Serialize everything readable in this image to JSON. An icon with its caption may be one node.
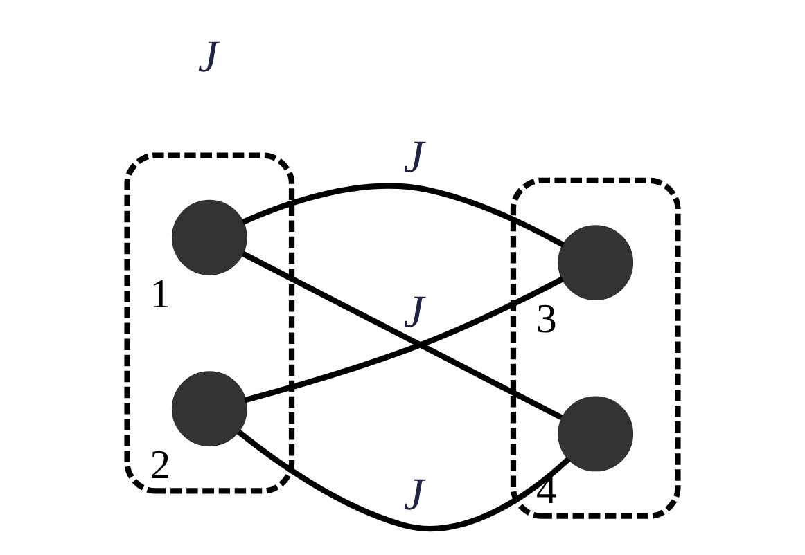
{
  "diagram": {
    "nodes": [
      {
        "text": [],
        "shape": "ellipse"
      },
      {
        "text": [],
        "shape": "circle",
        "in": 0,
        "beside": [
          "1"
        ]
      },
      {
        "text": [],
        "shape": "circle",
        "in": 0,
        "beside": [
          "2"
        ]
      },
      {
        "text": [],
        "shape": "ellipse"
      },
      {
        "text": [],
        "shape": "circle",
        "in": 3,
        "beside": [
          "3"
        ]
      },
      {
        "text": [],
        "shape": "circle",
        "in": 3,
        "beside": [
          "4"
        ]
      }
    ],
    "edges": [
      {
        "from": 1,
        "to": 4,
        "arrow": "none",
        "label": "J"
      },
      {
        "from": 1,
        "to": 5,
        "arrow": "none",
        "label": "J"
      },
      {
        "from": 2,
        "to": 4,
        "arrow": "none"
      },
      {
        "from": 2,
        "to": 5,
        "arrow": "none",
        "label": "J"
      }
    ],
    "labels": [
      "J"
    ]
  }
}
